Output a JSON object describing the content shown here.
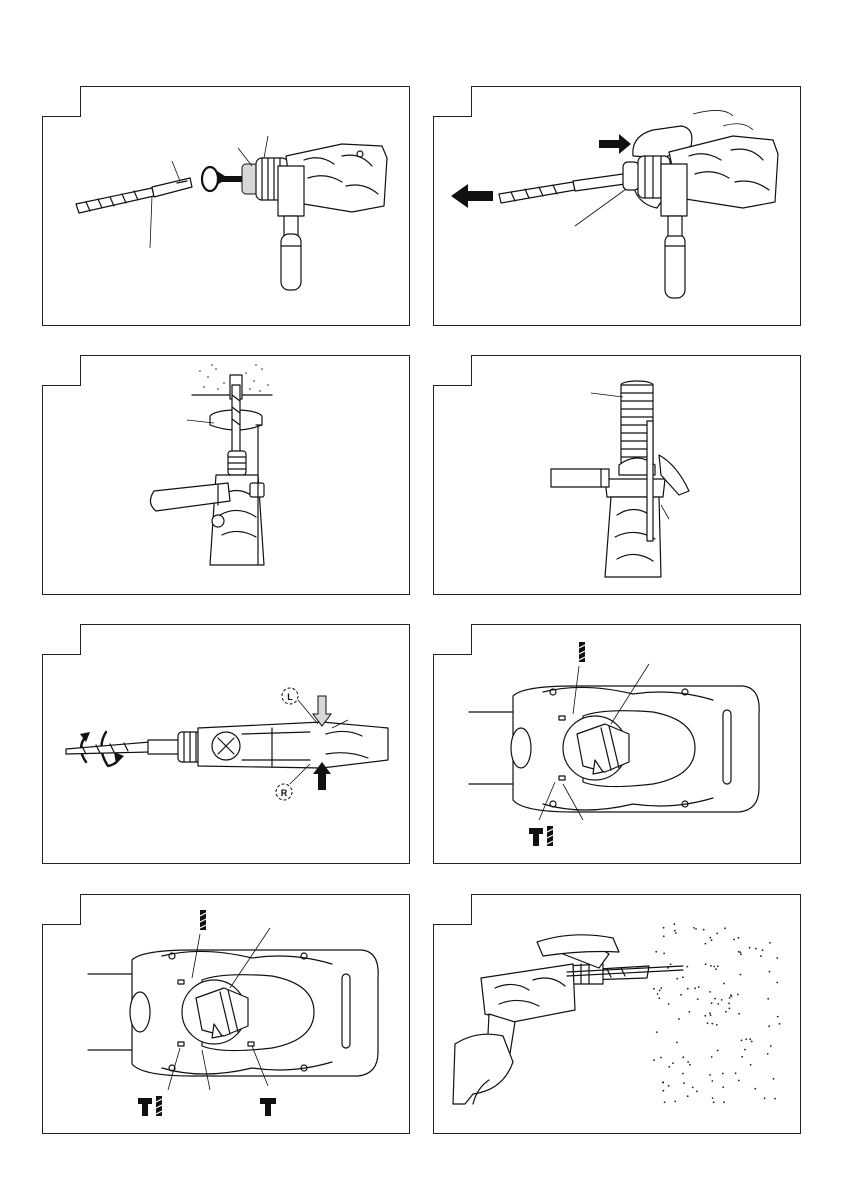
{
  "figures": [
    {
      "id": "fig-1",
      "description_visible": false
    },
    {
      "id": "fig-2",
      "description_visible": false
    },
    {
      "id": "fig-3",
      "description_visible": false
    },
    {
      "id": "fig-4",
      "description_visible": false
    },
    {
      "id": "fig-5",
      "rotation_labels": [
        "L",
        "R"
      ]
    },
    {
      "id": "fig-6"
    },
    {
      "id": "fig-7"
    },
    {
      "id": "fig-8"
    }
  ]
}
